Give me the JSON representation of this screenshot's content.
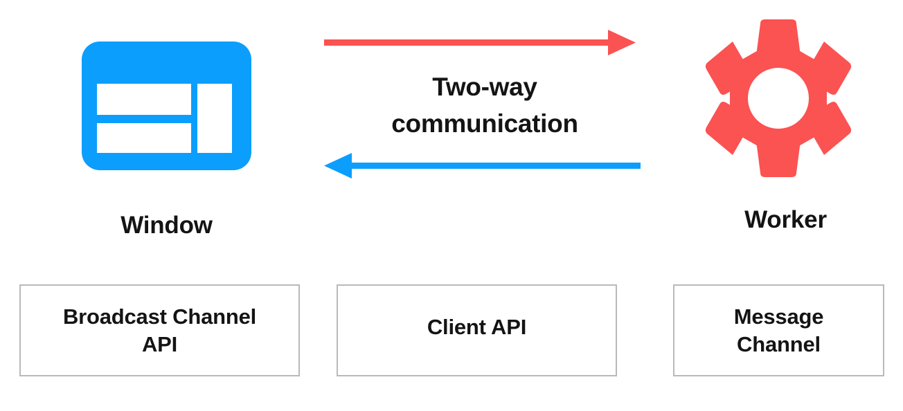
{
  "diagram": {
    "title_caption": "Two-way\ncommunication",
    "nodes": [
      {
        "id": "window",
        "label": "Window",
        "icon": "browser-window-icon",
        "color": "#0C9EFC"
      },
      {
        "id": "worker",
        "label": "Worker",
        "icon": "gear-icon",
        "color": "#FB5252"
      }
    ],
    "arrows": [
      {
        "id": "window-to-worker",
        "direction": "right",
        "color": "#FB5252"
      },
      {
        "id": "worker-to-window",
        "direction": "left",
        "color": "#0C9EFC"
      }
    ],
    "api_boxes": [
      {
        "id": "broadcast-channel-api",
        "label": "Broadcast Channel\nAPI"
      },
      {
        "id": "client-api",
        "label": "Client API"
      },
      {
        "id": "message-channel",
        "label": "Message\nChannel"
      }
    ],
    "colors": {
      "blue": "#0C9EFC",
      "red": "#FB5252",
      "text": "#141414",
      "box_border": "#b9b9b9",
      "background": "#ffffff"
    }
  }
}
